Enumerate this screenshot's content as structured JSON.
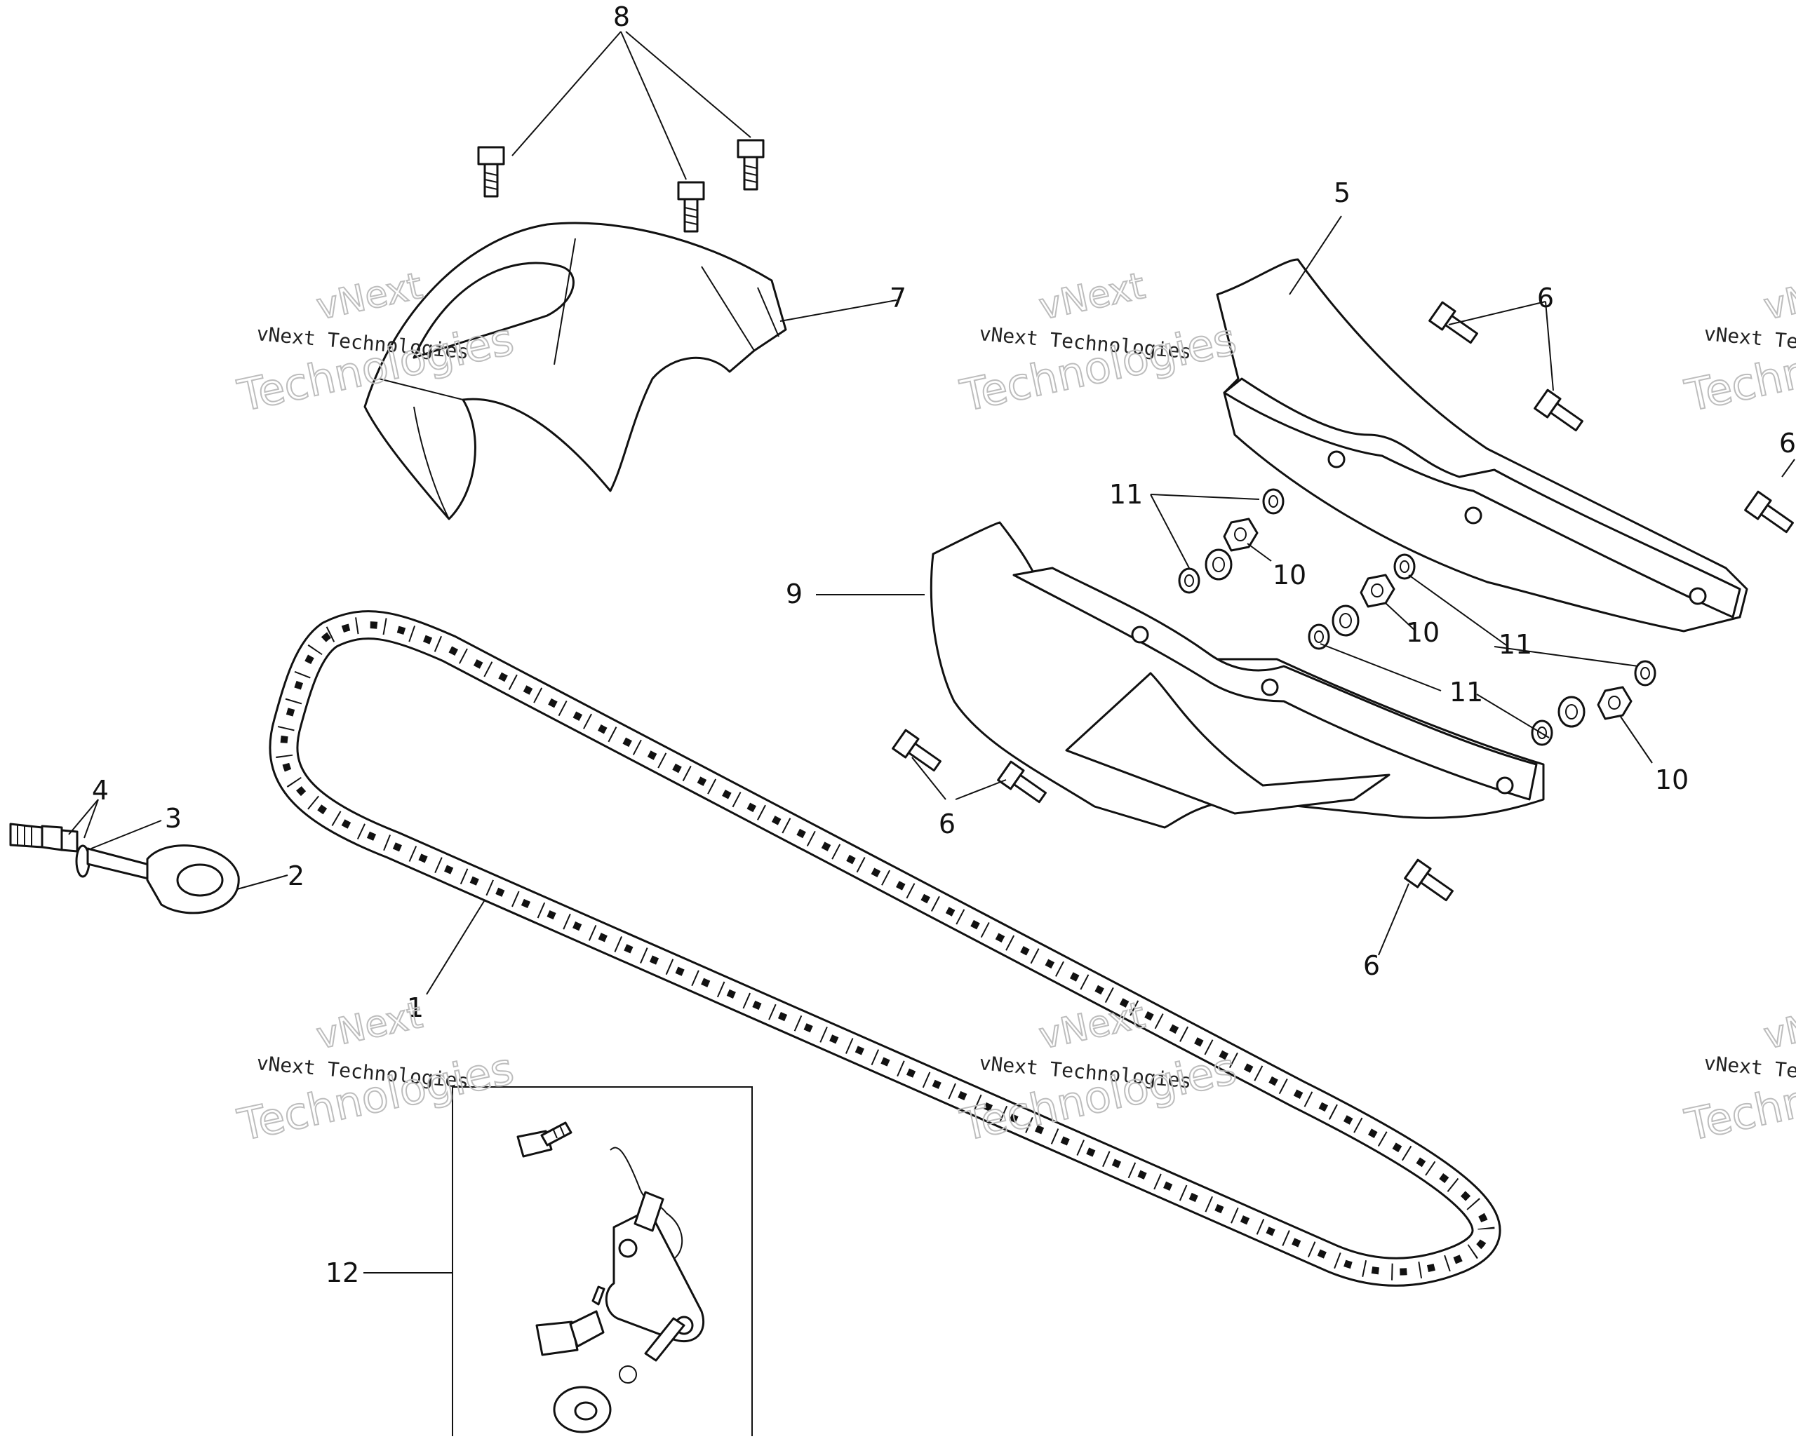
{
  "callouts": {
    "c1": "1",
    "c2": "2",
    "c3": "3",
    "c4": "4",
    "c5": "5",
    "c6a": "6",
    "c6b": "6",
    "c6c": "6",
    "c6d": "6",
    "c7": "7",
    "c8": "8",
    "c9": "9",
    "c10a": "10",
    "c10b": "10",
    "c10c": "10",
    "c11a": "11",
    "c11b": "11",
    "c11c": "11",
    "c12": "12"
  },
  "watermark": {
    "line1": "vNext Technologies",
    "big_a": "vNext",
    "big_b": "Technologies"
  }
}
